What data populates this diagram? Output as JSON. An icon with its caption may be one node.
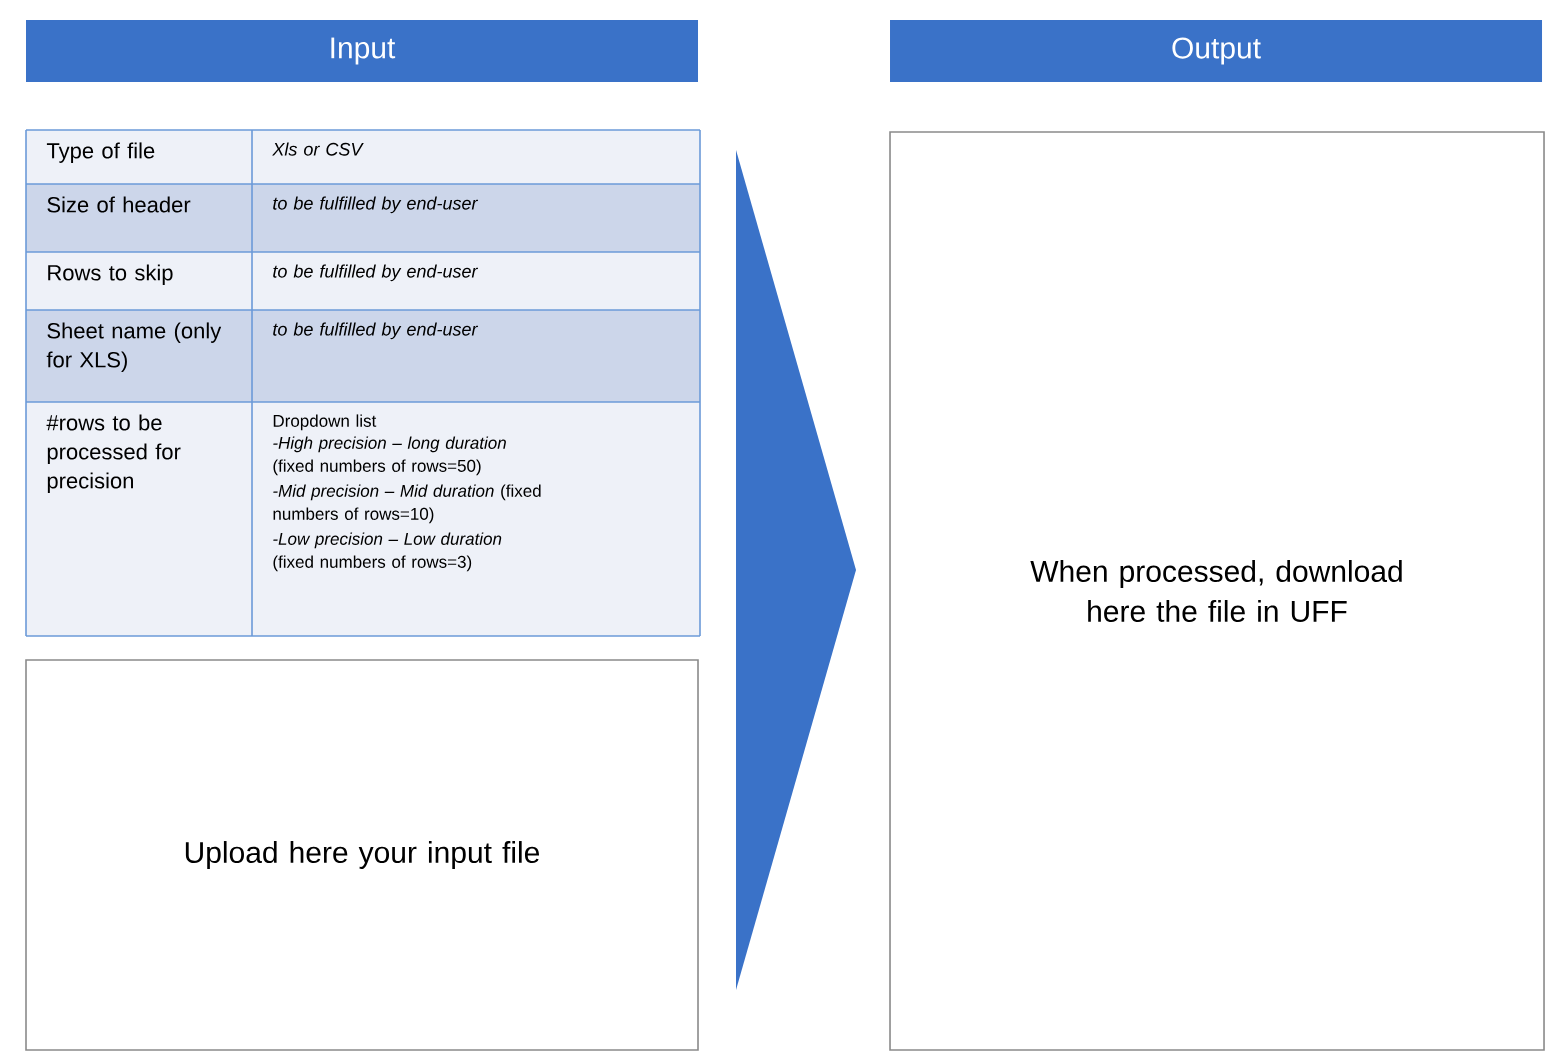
{
  "diagram": {
    "nodes": [
      {
        "text": [
          "Input"
        ]
      },
      {
        "text": [
          "Output"
        ]
      },
      {
        "text": [
          "Upload here your input file"
        ]
      },
      {
        "text": [
          "When processed, download here the file in UFF"
        ]
      },
      {
        "text": [],
        "shape": "arrow"
      }
    ],
    "labels": [
      "Type of file",
      "Xls or CSV",
      "Size of header",
      "to be fulfilled by end-user",
      "Rows to skip",
      "to be fulfilled by end-user",
      "Sheet name (only for XLS)",
      "to be fulfilled by end-user",
      "#rows to be processed for precision",
      "Dropdown list",
      "*-High precision – long duration* (fixed numbers of rows=50)",
      "*-Mid precision – Mid duration* (fixed numbers of rows=10)",
      "*-Low precision – Low duration* (fixed numbers of rows=3)"
    ]
  }
}
